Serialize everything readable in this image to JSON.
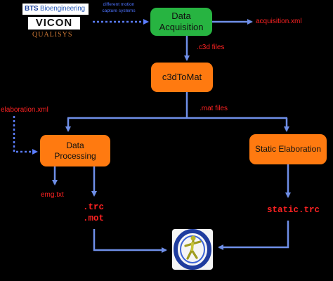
{
  "logos": {
    "bts_bold": "BTS",
    "bts_regular": "Bioengineering",
    "vicon": "VICON",
    "qualisys": "QUALISYS"
  },
  "note": {
    "line1": "different motion",
    "line2": "capture systems"
  },
  "nodes": {
    "data_acquisition": {
      "line1": "Data",
      "line2": "Acquisition"
    },
    "c3dtomat": {
      "label": "c3dToMat"
    },
    "data_processing": {
      "line1": "Data",
      "line2": "Processing"
    },
    "static_elaboration": {
      "label": "Static Elaboration"
    }
  },
  "labels": {
    "acquisition_xml": "acquisition.xml",
    "c3d_files": ".c3d files",
    "mat_files": ".mat files",
    "elaboration_xml": "elaboration.xml",
    "emg_txt": "emg.txt",
    "trc": ".trc",
    "mot": ".mot",
    "static_trc": "static.trc"
  },
  "colors": {
    "background": "#000000",
    "arrow": "#6f8fe8",
    "dotted_arrow": "#5b7dff",
    "green_node": "#27b441",
    "orange_node": "#ff7a10",
    "file_label": "#ff2222"
  },
  "icons": {
    "opensim": "opensim-logo-icon"
  }
}
